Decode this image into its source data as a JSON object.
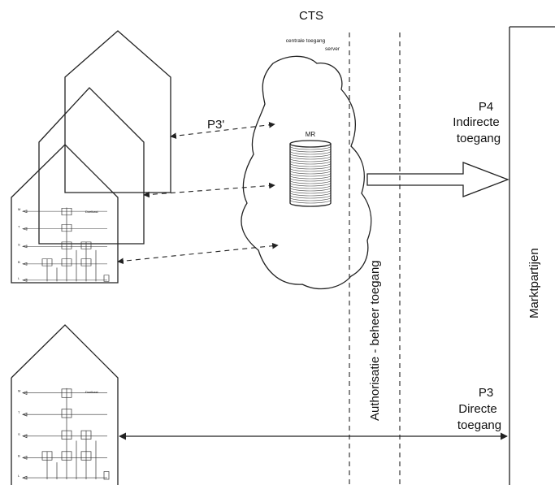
{
  "cts": {
    "title": "CTS",
    "subtitle_line1": "centrale toegang",
    "subtitle_line2": "server",
    "repository_label": "MR"
  },
  "connections": {
    "p3_prime": "P3'",
    "p4_code": "P4",
    "p4_line1": "Indirecte",
    "p4_line2": "toegang",
    "p3_code": "P3",
    "p3_line1": "Directe",
    "p3_line2": "toegang"
  },
  "zones": {
    "auth_label": "Authorisatie - beheer toegang",
    "market_label": "Marktpartijen"
  },
  "house_schematic": {
    "top_right_label": "Doelkast",
    "side_labels": [
      "M",
      "T",
      "S",
      "B",
      "L"
    ]
  }
}
